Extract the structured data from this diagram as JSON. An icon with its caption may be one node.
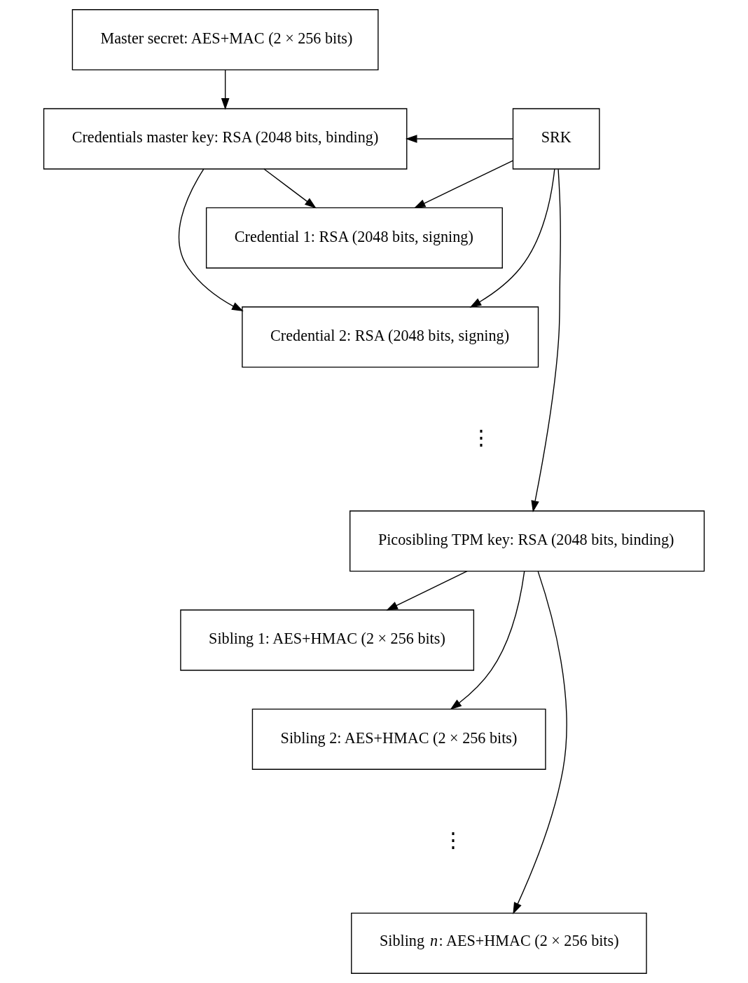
{
  "diagram": {
    "nodes": [
      {
        "text": [
          "Master secret: AES+MAC (2 × 256 bits)"
        ]
      },
      {
        "text": [
          "Credentials master key: RSA (2048 bits, binding)"
        ]
      },
      {
        "text": [
          "SRK"
        ]
      },
      {
        "text": [
          "Credential 1: RSA (2048 bits, signing)"
        ]
      },
      {
        "text": [
          "Credential 2: RSA (2048 bits, signing)"
        ]
      },
      {
        "text": [
          "Picosibling TPM key: RSA (2048 bits, binding)"
        ]
      },
      {
        "text": [
          "Sibling 1: AES+HMAC (2 × 256 bits)"
        ]
      },
      {
        "text": [
          "Sibling 2: AES+HMAC (2 × 256 bits)"
        ]
      },
      {
        "text": [
          "Sibling *n*: AES+HMAC (2 × 256 bits)"
        ]
      }
    ],
    "edges": [
      {
        "from": 0,
        "to": 1,
        "arrow": "to"
      },
      {
        "from": 2,
        "to": 1,
        "arrow": "to"
      },
      {
        "from": 1,
        "to": 3,
        "arrow": "to"
      },
      {
        "from": 1,
        "to": 4,
        "arrow": "to"
      },
      {
        "from": 2,
        "to": 3,
        "arrow": "to"
      },
      {
        "from": 2,
        "to": 4,
        "arrow": "to"
      },
      {
        "from": 2,
        "to": 5,
        "arrow": "to"
      },
      {
        "from": 5,
        "to": 6,
        "arrow": "to"
      },
      {
        "from": 5,
        "to": 7,
        "arrow": "to"
      },
      {
        "from": 5,
        "to": 8,
        "arrow": "to"
      }
    ],
    "labels": [
      "⋮",
      "⋮"
    ]
  }
}
